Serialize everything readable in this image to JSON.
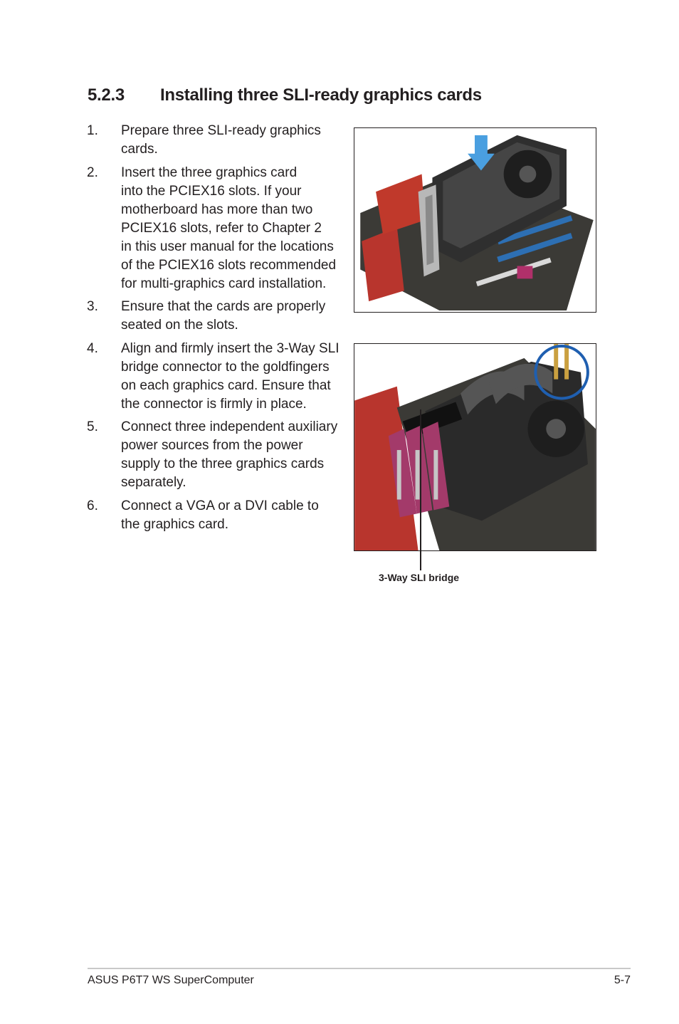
{
  "section": {
    "number": "5.2.3",
    "title": "Installing three SLI-ready graphics cards"
  },
  "steps": [
    {
      "num": "1.",
      "text": "Prepare three SLI-ready graphics\ncards."
    },
    {
      "num": "2.",
      "text": "Insert the three graphics card\ninto the PCIEX16 slots. If your\nmotherboard has more than two\nPCIEX16 slots, refer to Chapter 2\nin this user manual for the locations\nof the PCIEX16 slots recommended\nfor multi-graphics card installation."
    },
    {
      "num": "3.",
      "text": "Ensure that the cards are properly\nseated on the slots."
    },
    {
      "num": "4.",
      "text": "Align and firmly insert the 3-Way SLI\nbridge connector to the goldfingers\non each graphics card. Ensure that\nthe connector is firmly in place."
    },
    {
      "num": "5.",
      "text": "Connect three independent auxiliary\npower sources from the power\nsupply to the three graphics cards\nseparately."
    },
    {
      "num": "6.",
      "text": "Connect a VGA or a DVI cable to\nthe graphics card."
    }
  ],
  "figure2": {
    "callout": "3-Way SLI bridge"
  },
  "footer": {
    "left": "ASUS P6T7 WS SuperComputer",
    "right": "5-7"
  },
  "colors": {
    "text": "#231f20",
    "arrow": "#4a9fe0",
    "highlight_circle": "#1f5fb0",
    "rule": "#c9c9c9"
  }
}
